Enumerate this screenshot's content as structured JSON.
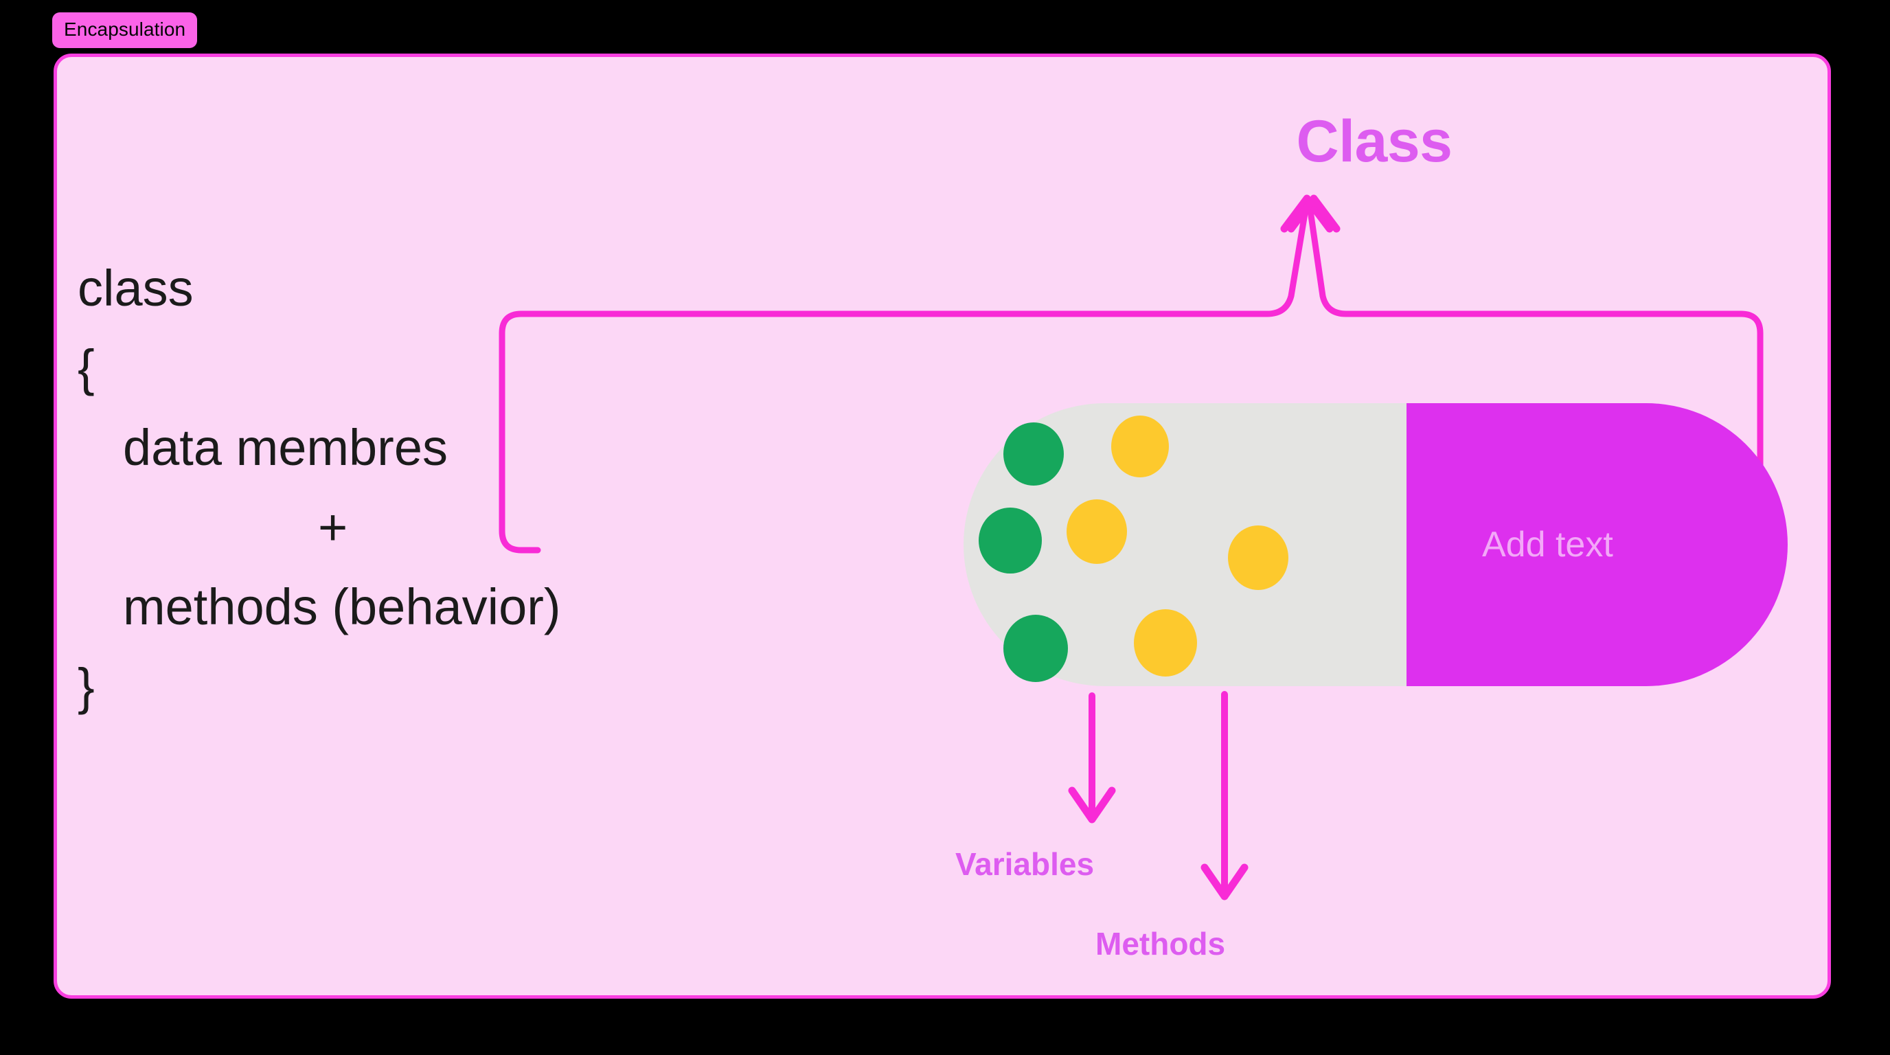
{
  "slide": {
    "label": "Encapsulation",
    "card_bg": "#FCD7F6",
    "card_border": "#F93FE0",
    "badge_bg": "#FB63E8",
    "badge_fg": "#050505"
  },
  "code_block": {
    "lines": [
      {
        "text": "class",
        "indent": 0
      },
      {
        "text": "{",
        "indent": 0
      },
      {
        "text": "data membres",
        "indent": 1
      },
      {
        "text": "+",
        "indent": 2
      },
      {
        "text": "methods (behavior)",
        "indent": 1
      },
      {
        "text": "}",
        "indent": 0
      }
    ]
  },
  "diagram": {
    "title": "Class",
    "title_color": "#DD5CF0",
    "connector_color": "#F82BD6",
    "capsule": {
      "left_fill": "#E4E4E2",
      "right_fill": "#DD30EE",
      "placeholder": "Add text",
      "placeholder_color": "#F3A8F8",
      "variable_dot_color": "#16A75C",
      "method_dot_color": "#FDC92D",
      "variable_dot_count": 3,
      "method_dot_count": 4
    },
    "leaf_labels": {
      "variables": "Variables",
      "methods": "Methods"
    }
  }
}
